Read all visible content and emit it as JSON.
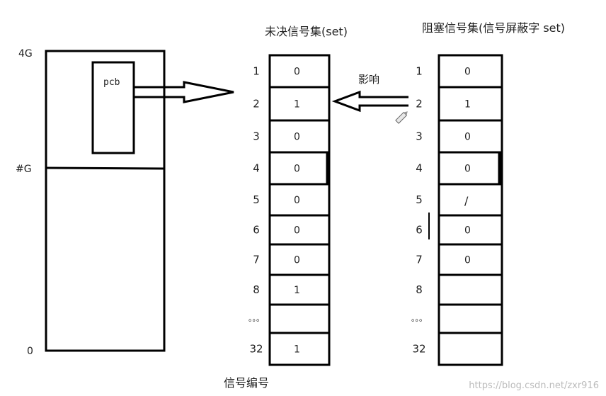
{
  "memory": {
    "label_top": "4G",
    "label_mid": "#G",
    "label_bottom": "0",
    "pcb_label": "pcb"
  },
  "pending": {
    "title": "未决信号集(set)",
    "values": [
      "0",
      "1",
      "0",
      "0",
      "0",
      "0",
      "0",
      "1",
      "",
      "1"
    ]
  },
  "blocked": {
    "title": "阻塞信号集(信号屏蔽字  set)",
    "values": [
      "0",
      "1",
      "0",
      "0",
      "",
      "0",
      "0",
      "",
      "",
      ""
    ],
    "scribble_row5": "/"
  },
  "signal_numbers": [
    "1",
    "2",
    "3",
    "4",
    "5",
    "6",
    "7",
    "8",
    "。。。",
    "32"
  ],
  "arrow_label": "影响",
  "xlabel": "信号编号",
  "watermark": "https://blog.csdn.net/zxr916",
  "icons": {
    "pencil": "pencil-icon"
  }
}
